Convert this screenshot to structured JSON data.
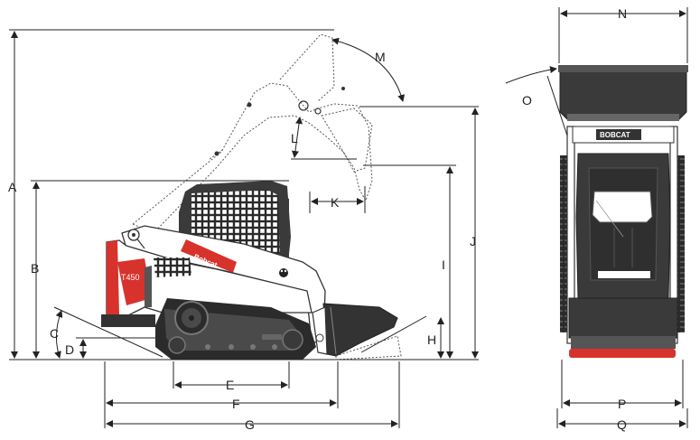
{
  "dimension_labels": {
    "A": "A",
    "B": "B",
    "C": "C",
    "D": "D",
    "E": "E",
    "F": "F",
    "G": "G",
    "H": "H",
    "I": "I",
    "J": "J",
    "K": "K",
    "L": "L",
    "M": "M",
    "N": "N",
    "O": "O",
    "P": "P",
    "Q": "Q"
  },
  "machine": {
    "brand_logo": "Bobcat",
    "top_logo": "BOBCAT",
    "model": "T450"
  },
  "colors": {
    "brand_red": "#d8322c",
    "body_white": "#ffffff",
    "track_dark": "#2b2b2b",
    "cab_gray": "#3a3a3a",
    "line": "#222222"
  }
}
